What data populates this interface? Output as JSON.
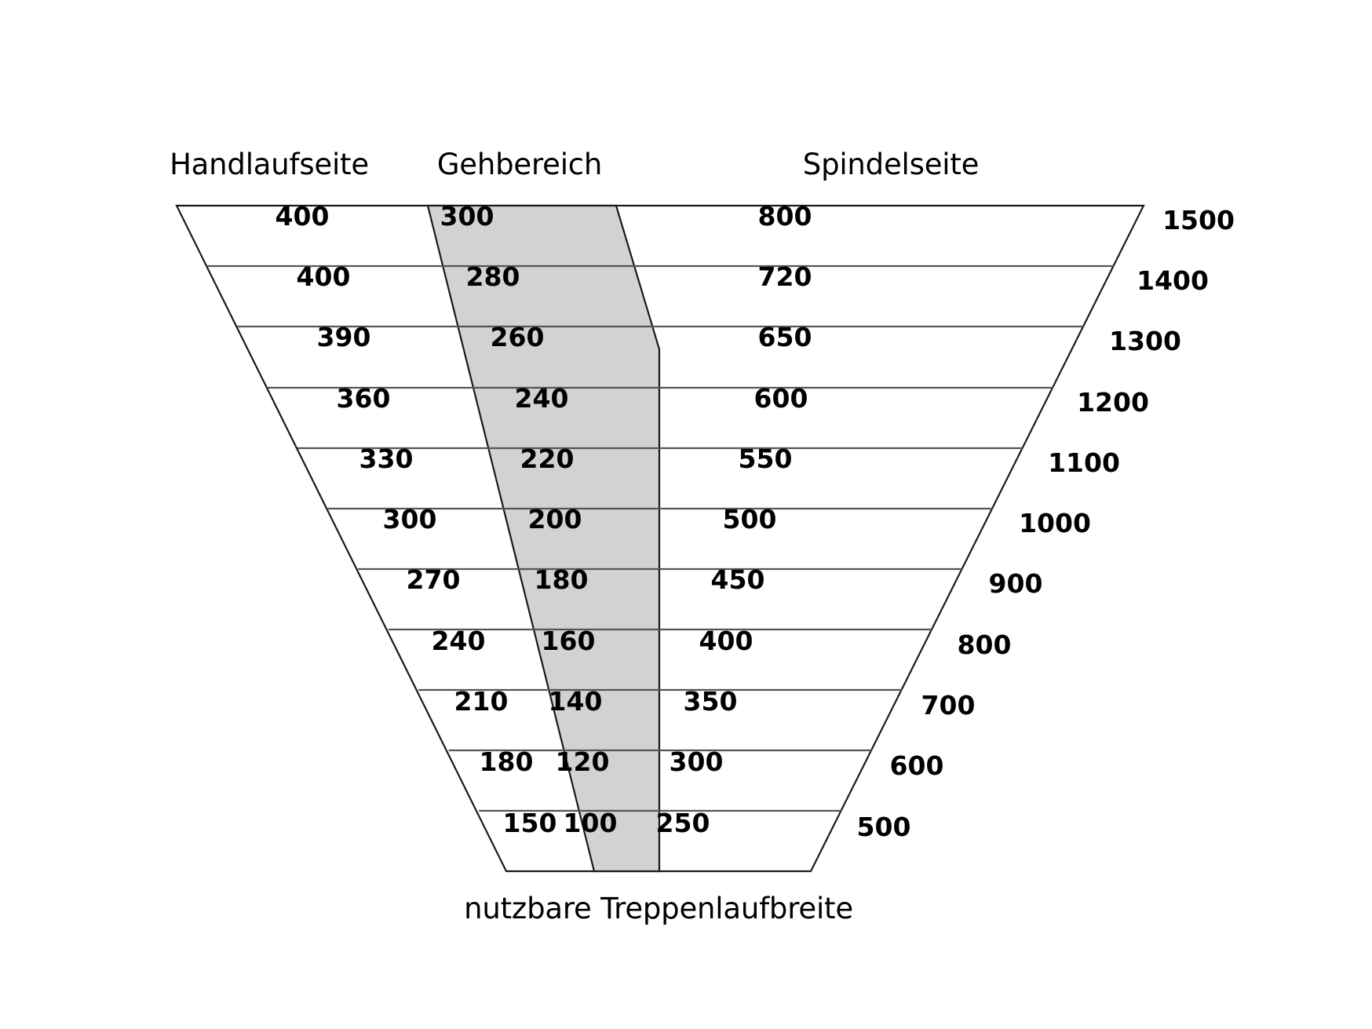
{
  "figure": {
    "title_headers": {
      "left": "Handlaufseite",
      "middle": "Gehbereich",
      "right": "Spindelseite"
    },
    "caption": "nutzbare Treppenlaufbreite",
    "colors": {
      "band_gray": "#d2d2d2",
      "outline": "#1a1a1a",
      "row_line": "#555555",
      "background": "#ffffff",
      "text": "#000000"
    }
  },
  "chart_data": {
    "type": "table",
    "title": "nutzbare Treppenlaufbreite",
    "xlabel": "",
    "ylabel": "",
    "columns": [
      "Handlaufseite",
      "Gehbereich",
      "Spindelseite",
      "nutzbare Treppenlaufbreite"
    ],
    "rows": [
      {
        "handlaufseite": "400",
        "gehbereich": "300",
        "spindelseite": "800",
        "gesamt": "1500"
      },
      {
        "handlaufseite": "400",
        "gehbereich": "280",
        "spindelseite": "720",
        "gesamt": "1400"
      },
      {
        "handlaufseite": "390",
        "gehbereich": "260",
        "spindelseite": "650",
        "gesamt": "1300"
      },
      {
        "handlaufseite": "360",
        "gehbereich": "240",
        "spindelseite": "600",
        "gesamt": "1200"
      },
      {
        "handlaufseite": "330",
        "gehbereich": "220",
        "spindelseite": "550",
        "gesamt": "1100"
      },
      {
        "handlaufseite": "300",
        "gehbereich": "200",
        "spindelseite": "500",
        "gesamt": "1000"
      },
      {
        "handlaufseite": "270",
        "gehbereich": "180",
        "spindelseite": "450",
        "gesamt": "900"
      },
      {
        "handlaufseite": "240",
        "gehbereich": "160",
        "spindelseite": "400",
        "gesamt": "800"
      },
      {
        "handlaufseite": "210",
        "gehbereich": "140",
        "spindelseite": "350",
        "gesamt": "700"
      },
      {
        "handlaufseite": "180",
        "gehbereich": "120",
        "spindelseite": "300",
        "gesamt": "600"
      },
      {
        "handlaufseite": "150",
        "gehbereich": "100",
        "spindelseite": "250",
        "gesamt": "500"
      }
    ]
  }
}
